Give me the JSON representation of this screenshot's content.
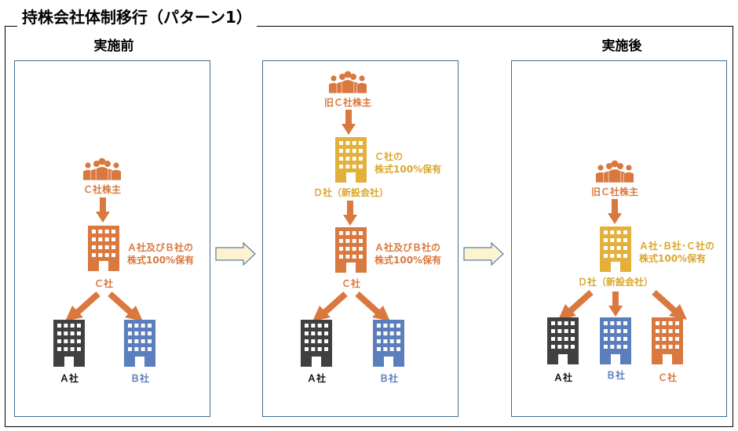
{
  "title": "持株会社体制移行（パターン1）",
  "columns": {
    "before": "実施前",
    "after": "実施後"
  },
  "colors": {
    "orange": "#d9783f",
    "gold": "#e2b03b",
    "dark": "#404040",
    "blue": "#5b7fbd",
    "panel_border": "#3d6d93",
    "big_arrow_fill": "#fdf3d0",
    "big_arrow_stroke": "#5f7c9a"
  },
  "icons": {
    "shareholders": "shareholders-icon",
    "building": "building-icon",
    "arrow": "arrow-down-icon",
    "step": "step-arrow-icon"
  },
  "panel1": {
    "shareholders": "Ｃ社株主",
    "c_company": "Ｃ社",
    "ownership": [
      "Ａ社及びＢ社の",
      "株式100%保有"
    ],
    "a_company": "Ａ社",
    "b_company": "Ｂ社"
  },
  "panel2": {
    "shareholders": "旧Ｃ社株主",
    "d_company": "Ｄ社（新設会社）",
    "d_ownership": [
      "Ｃ社の",
      "株式100%保有"
    ],
    "c_company": "Ｃ社",
    "c_ownership": [
      "Ａ社及びＢ社の",
      "株式100%保有"
    ],
    "a_company": "Ａ社",
    "b_company": "Ｂ社"
  },
  "panel3": {
    "shareholders": "旧Ｃ社株主",
    "d_company": "Ｄ社（新設会社）",
    "ownership": [
      "Ａ社･Ｂ社･Ｃ社の",
      "株式100%保有"
    ],
    "a_company": "Ａ社",
    "b_company": "Ｂ社",
    "c_company": "Ｃ社"
  }
}
